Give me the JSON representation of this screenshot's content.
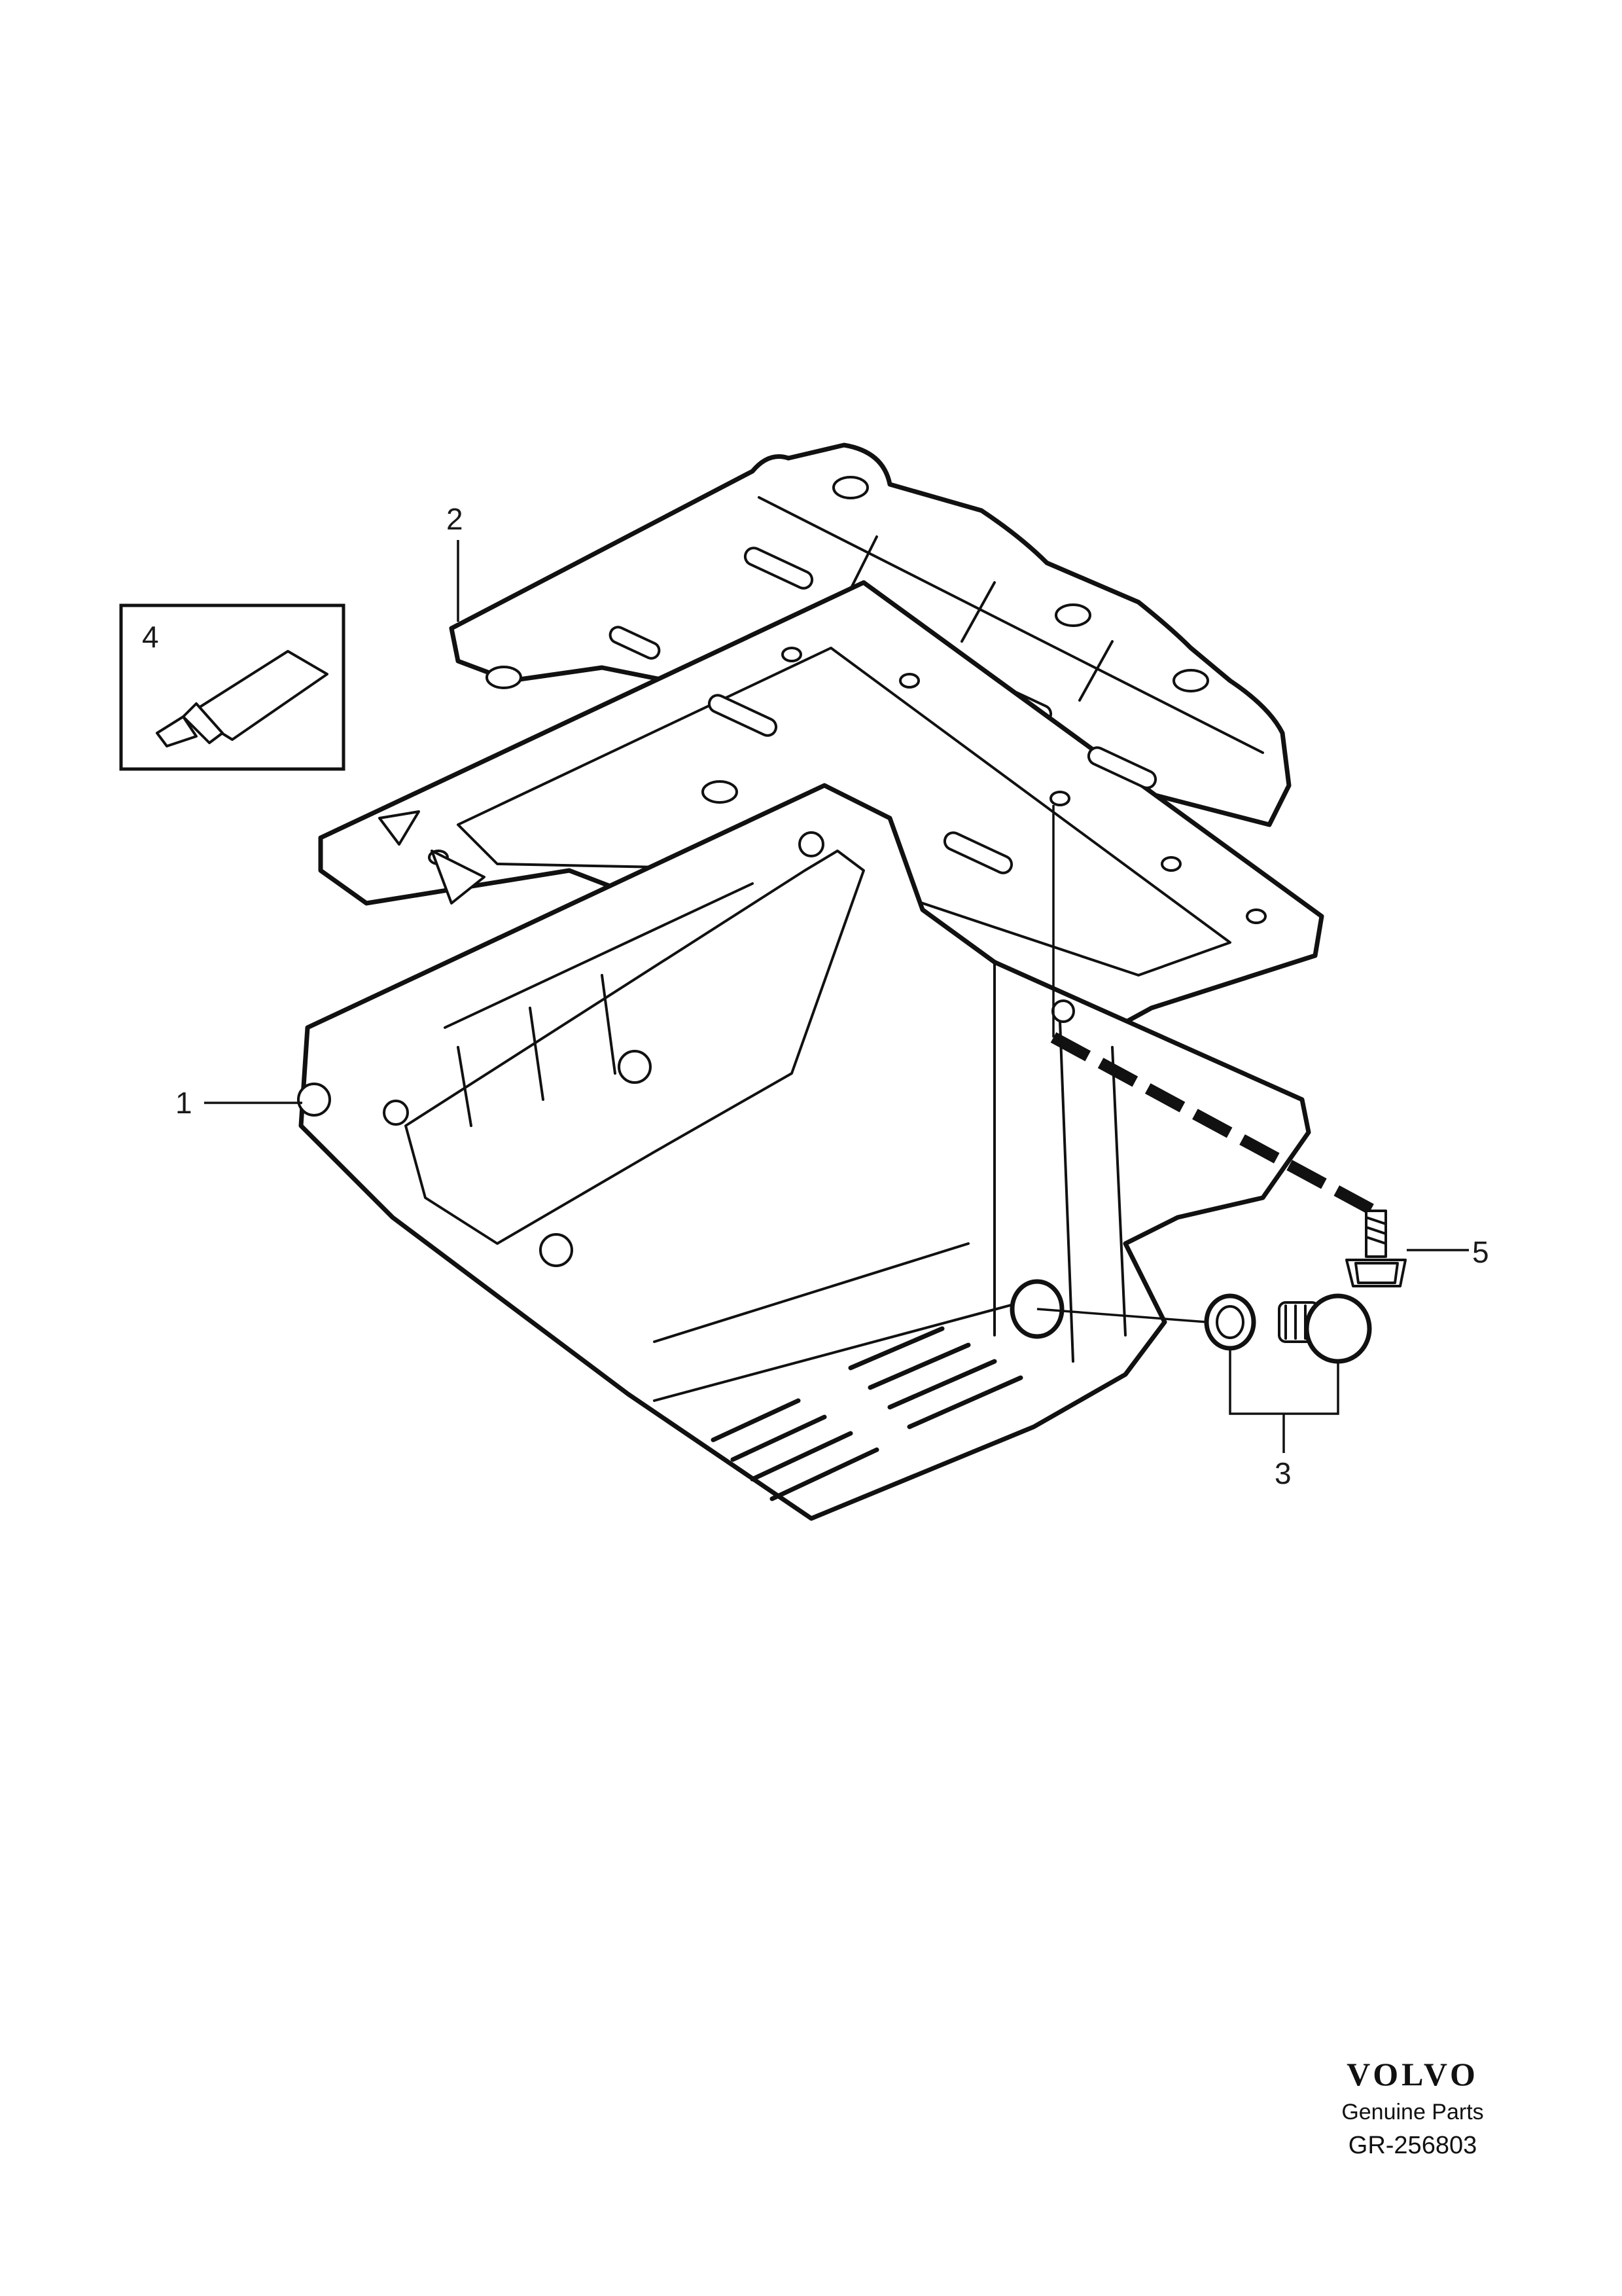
{
  "callouts": {
    "c1": "1",
    "c2": "2",
    "c3": "3",
    "c4": "4",
    "c5": "5"
  },
  "brand": {
    "logo": "VOLVO",
    "subtitle": "Genuine Parts",
    "code": "GR-256803"
  },
  "parts": [
    {
      "callout": "1",
      "icon": "oil-pan-icon"
    },
    {
      "callout": "2",
      "icon": "baffle-plate-icon"
    },
    {
      "callout": "3",
      "icon": "drain-plug-and-seal-icon"
    },
    {
      "callout": "4",
      "icon": "sealant-tube-icon"
    },
    {
      "callout": "5",
      "icon": "flange-bolt-icon"
    }
  ],
  "colors": {
    "ink": "#111111",
    "background": "#ffffff"
  }
}
